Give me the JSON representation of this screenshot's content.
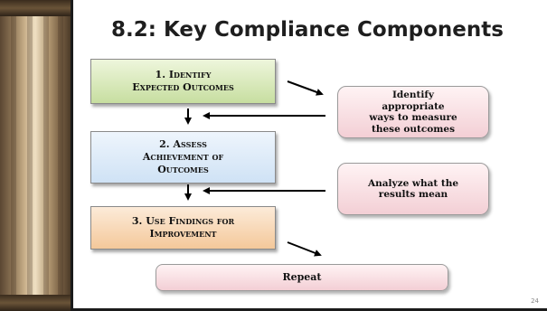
{
  "slide": {
    "title": "8.2: Key Compliance Components",
    "page_number": "24"
  },
  "steps": [
    {
      "line1": "1. Identify",
      "line2": "Expected Outcomes"
    },
    {
      "line1": "2. Assess",
      "line2": "Achievement of",
      "line3": "Outcomes"
    },
    {
      "line1": "3. Use Findings for",
      "line2": "Improvement"
    }
  ],
  "notes": [
    {
      "lines": [
        "Identify",
        "appropriate",
        "ways to measure",
        "these outcomes"
      ]
    },
    {
      "lines": [
        "Analyze what the",
        "results mean"
      ]
    }
  ],
  "repeat": {
    "label": "Repeat"
  },
  "colors": {
    "step1": "#c7dea0",
    "step2": "#cfe2f5",
    "step3": "#f4c89a",
    "note": "#f3cfd5",
    "arrow": "#000000"
  }
}
